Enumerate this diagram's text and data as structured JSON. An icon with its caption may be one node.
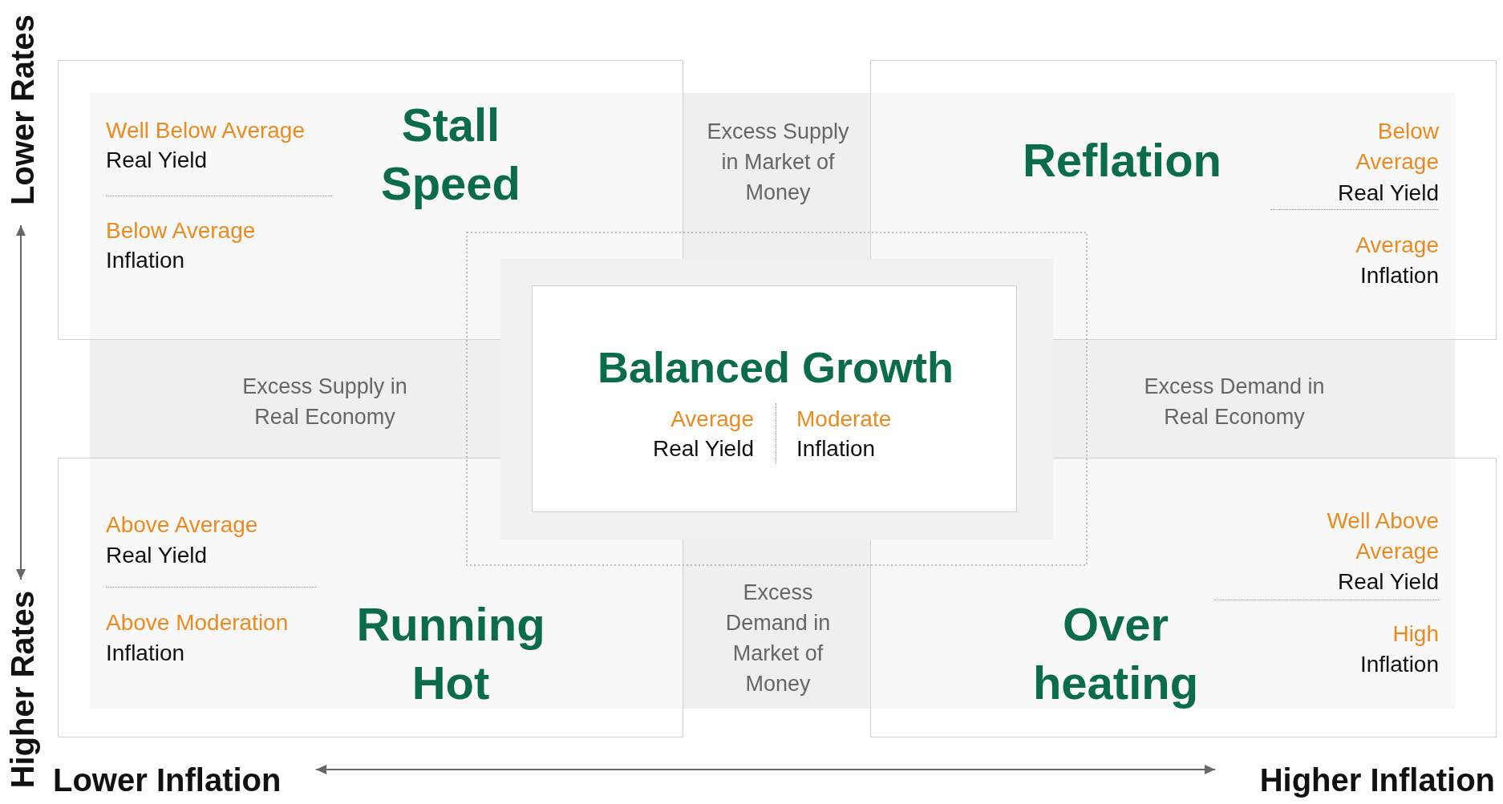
{
  "diagram": {
    "nodes": [
      {
        "text": [
          "Stall Speed",
          "Well Below Average",
          "Real Yield",
          "Below Average",
          "Inflation"
        ]
      },
      {
        "text": [
          "Reflation",
          "Below Average",
          "Real Yield",
          "Average",
          "Inflation"
        ]
      },
      {
        "text": [
          "Balanced Growth",
          "Average",
          "Real Yield",
          "Moderate",
          "Inflation"
        ]
      },
      {
        "text": [
          "Running Hot",
          "Above Average",
          "Real Yield",
          "Above Moderation",
          "Inflation"
        ]
      },
      {
        "text": [
          "Over heating",
          "Well Above Average",
          "Real Yield",
          "High",
          "Inflation"
        ]
      }
    ],
    "labels": [
      "Lower Rates",
      "Excess Supply in Market of Money",
      "Excess Supply in Real Economy",
      "Excess Demand in Real Economy",
      "Excess Demand in Market of Money",
      "Higher Rates",
      "Lower Inflation",
      "Higher Inflation"
    ]
  }
}
